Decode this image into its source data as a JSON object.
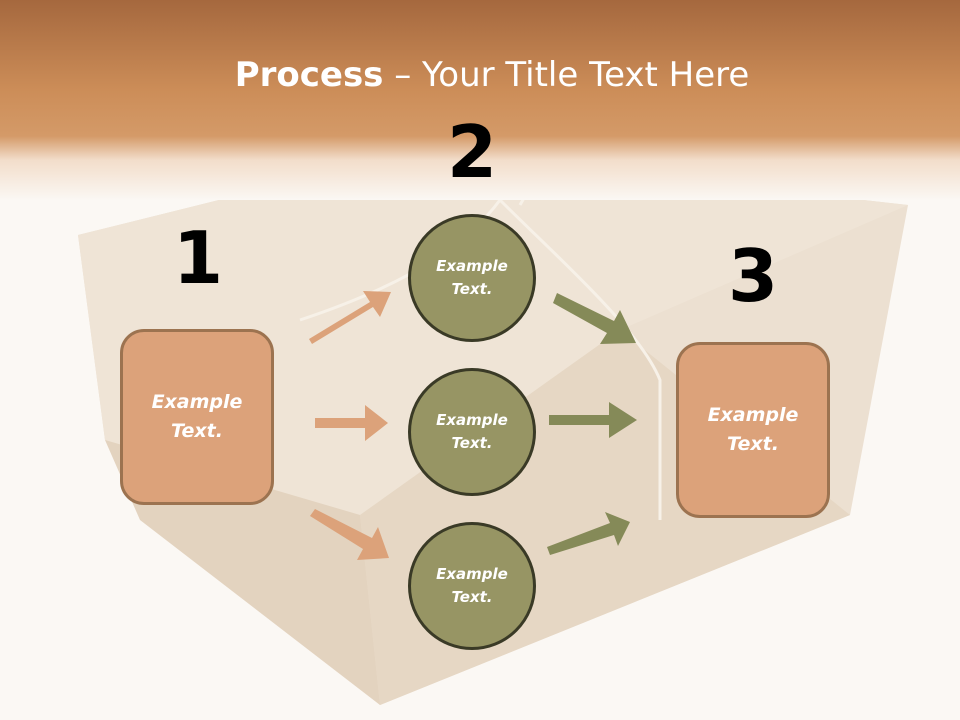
{
  "title": {
    "bold": "Process",
    "rest": " – Your Title Text Here"
  },
  "steps": {
    "one": {
      "number": "1",
      "text": "Example\nText."
    },
    "two": {
      "number": "2"
    },
    "three": {
      "number": "3",
      "text": "Example\nText."
    }
  },
  "circles": [
    {
      "text": "Example\nText."
    },
    {
      "text": "Example\nText."
    },
    {
      "text": "Example\nText."
    }
  ],
  "colors": {
    "box_fill": "#dca27a",
    "box_border": "#9c7350",
    "circle_fill": "#979564",
    "circle_border": "#3a3a26",
    "arrow_orange": "#dca27a",
    "arrow_olive": "#858a58",
    "header": "#c98a54"
  },
  "icons": {
    "background": "parcel-box-image"
  }
}
